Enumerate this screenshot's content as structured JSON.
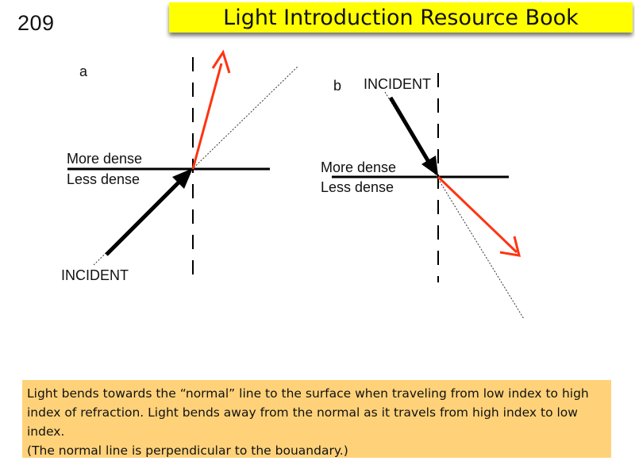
{
  "page_number": "209",
  "title": "Light Introduction Resource Book",
  "diagram_a": {
    "label": "a",
    "more_dense": "More dense",
    "less_dense": "Less dense",
    "incident": "INCIDENT"
  },
  "diagram_b": {
    "label": "b",
    "more_dense": "More dense",
    "less_dense": "Less dense",
    "incident": "INCIDENT"
  },
  "caption": {
    "line1": "Light bends towards the “normal” line to the surface when traveling from low index to high index of refraction.  Light bends away from the normal as it travels from high index to low index.",
    "line2": "(The normal line is perpendicular to the bouandary.)"
  },
  "colors": {
    "banner": "#ffff00",
    "caption_bg": "#ffd27a",
    "refracted_ray": "#ff3311",
    "incident_ray": "#000000"
  }
}
